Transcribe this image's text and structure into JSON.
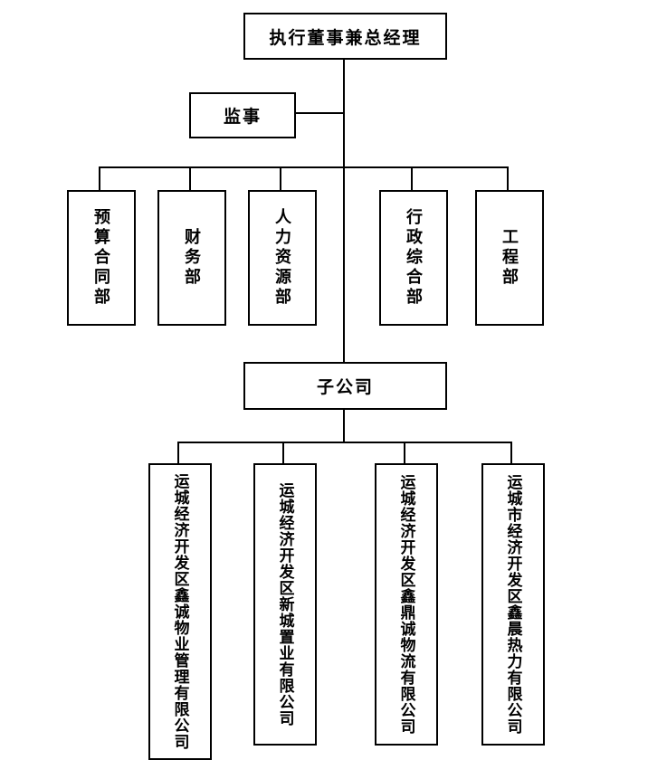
{
  "org": {
    "root": {
      "label": "执行董事兼总经理"
    },
    "supervisor": {
      "label": "监事"
    },
    "departments": [
      {
        "label": "预算合同部"
      },
      {
        "label": "财务部"
      },
      {
        "label": "人力资源部"
      },
      {
        "label": "行政综合部"
      },
      {
        "label": "工程部"
      }
    ],
    "subsidiary_group": {
      "label": "子公司"
    },
    "subsidiaries": [
      {
        "label": "运城经济开发区鑫诚物业管理有限公司"
      },
      {
        "label": "运城经济开发区新城置业有限公司"
      },
      {
        "label": "运城经济开发区鑫鼎诚物流有限公司"
      },
      {
        "label": "运城市经济开发区鑫晨热力有限公司"
      }
    ],
    "colors": {
      "line": "#000000",
      "border": "#000000",
      "text": "#000000",
      "background": "#ffffff"
    }
  }
}
